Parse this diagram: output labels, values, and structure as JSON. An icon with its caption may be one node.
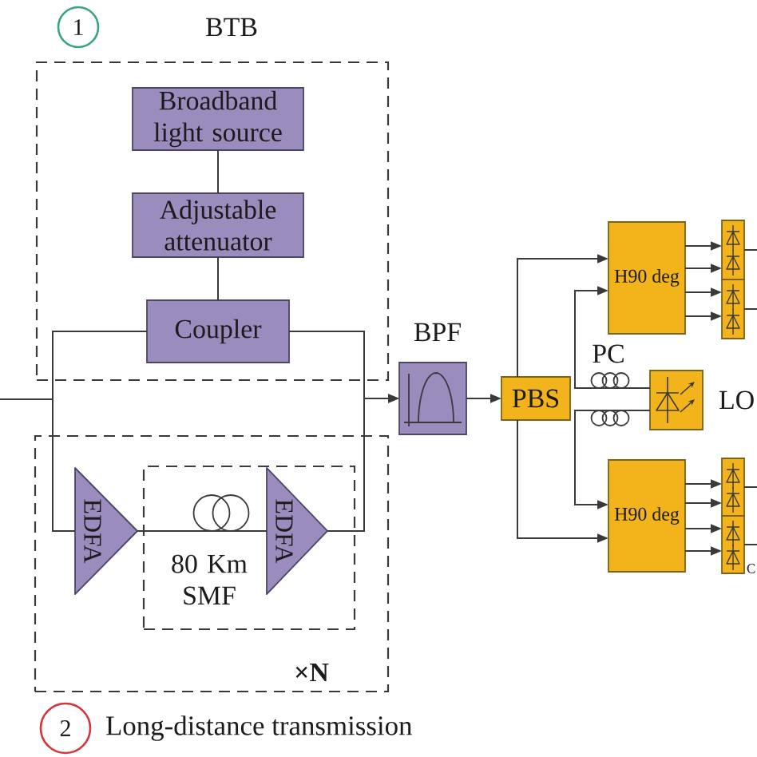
{
  "diagram": {
    "nodes": [
      {
        "text": [
          "1"
        ]
      },
      {
        "text": [
          "BTB"
        ]
      },
      {
        "text": [
          "Broadband light source"
        ],
        "in": 1
      },
      {
        "text": [
          "Adjustable attenuator"
        ],
        "in": 1
      },
      {
        "text": [
          "Coupler"
        ],
        "in": 1
      },
      {
        "text": [
          "×N",
          "Long-distance transmission"
        ]
      },
      {
        "text": [
          "EDFA"
        ],
        "in": 5
      },
      {
        "text": [
          "80 Km SMF"
        ],
        "in": 5
      },
      {
        "text": [],
        "shape": "coil",
        "in": 7
      },
      {
        "text": [
          "EDFA"
        ],
        "in": 7
      },
      {
        "text": [
          "2"
        ]
      },
      {
        "text": [
          "BPF"
        ]
      },
      {
        "text": [
          "PBS"
        ]
      },
      {
        "text": [
          "H90 deg"
        ]
      },
      {
        "text": [],
        "shape": "box"
      },
      {
        "text": [],
        "shape": "box"
      },
      {
        "text": [
          "PC"
        ]
      },
      {
        "text": [],
        "shape": "coil"
      },
      {
        "text": [
          "LO"
        ]
      },
      {
        "text": [
          "H90 deg"
        ]
      },
      {
        "text": [],
        "shape": "box"
      },
      {
        "text": [],
        "shape": "box"
      }
    ],
    "edges": [
      {
        "from": null,
        "to": 4,
        "arrow": "none"
      },
      {
        "from": null,
        "to": 6,
        "arrow": "none"
      },
      {
        "from": 2,
        "to": 3,
        "arrow": "none"
      },
      {
        "from": 3,
        "to": 4,
        "arrow": "none"
      },
      {
        "from": 6,
        "to": 8,
        "arrow": "none"
      },
      {
        "from": 8,
        "to": 9,
        "arrow": "none"
      },
      {
        "from": 4,
        "to": 11,
        "arrow": "to"
      },
      {
        "from": 9,
        "to": 11,
        "arrow": "to"
      },
      {
        "from": 11,
        "to": 12,
        "arrow": "to"
      },
      {
        "from": 12,
        "to": 13,
        "arrow": "to"
      },
      {
        "from": 12,
        "to": 19,
        "arrow": "to"
      },
      {
        "from": 18,
        "to": 16,
        "arrow": "none"
      },
      {
        "from": 16,
        "to": 13,
        "arrow": "to"
      },
      {
        "from": 18,
        "to": 17,
        "arrow": "none"
      },
      {
        "from": 17,
        "to": 19,
        "arrow": "to"
      },
      {
        "from": 13,
        "to": 14,
        "arrow": "to"
      },
      {
        "from": 13,
        "to": 14,
        "arrow": "to"
      },
      {
        "from": 13,
        "to": 15,
        "arrow": "to"
      },
      {
        "from": 13,
        "to": 15,
        "arrow": "to"
      },
      {
        "from": 19,
        "to": 20,
        "arrow": "to"
      },
      {
        "from": 19,
        "to": 20,
        "arrow": "to"
      },
      {
        "from": 19,
        "to": 21,
        "arrow": "to"
      },
      {
        "from": 19,
        "to": 21,
        "arrow": "to"
      },
      {
        "from": 14,
        "to": null,
        "arrow": "none"
      },
      {
        "from": 15,
        "to": null,
        "arrow": "none"
      },
      {
        "from": 20,
        "to": null,
        "arrow": "none"
      },
      {
        "from": 21,
        "to": null,
        "arrow": "none"
      }
    ],
    "labels": [
      "C"
    ]
  }
}
